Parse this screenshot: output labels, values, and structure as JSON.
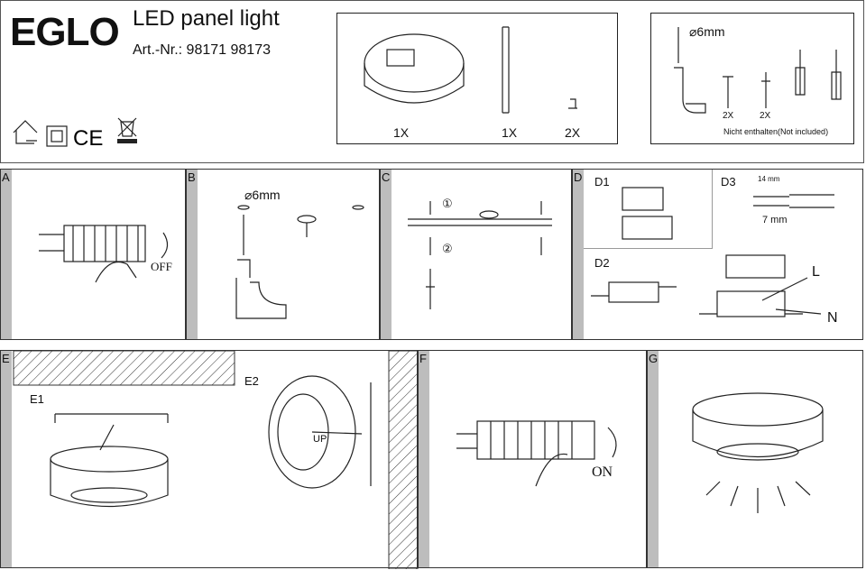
{
  "header": {
    "brand": "EGLO",
    "title": "LED panel light",
    "article": "Art.-Nr.: 98171 98173",
    "symbols": [
      "indoor-use-icon",
      "class-ii-icon",
      "ce-mark-icon",
      "weee-bin-icon"
    ]
  },
  "parts": {
    "qty_lamp": "1X",
    "qty_bracket": "1X",
    "qty_screw": "2X"
  },
  "tools": {
    "drill": "⌀6mm",
    "qty_dowel": "2X",
    "qty_screw": "2X",
    "note": "Nicht enthalten(Not included)"
  },
  "steps": {
    "a": {
      "label": "A",
      "switch": "OFF"
    },
    "b": {
      "label": "B",
      "drill": "⌀6mm"
    },
    "c": {
      "label": "C",
      "n1": "①",
      "n2": "②"
    },
    "d": {
      "label": "D",
      "d1": "D1",
      "d2": "D2",
      "d3": "D3",
      "strip1": "14 mm",
      "strip2": "7 mm",
      "live": "L",
      "neutral": "N"
    },
    "e": {
      "label": "E",
      "e1": "E1",
      "e2": "E2",
      "up": "UP"
    },
    "f": {
      "label": "F",
      "switch": "ON"
    },
    "g": {
      "label": "G"
    }
  }
}
